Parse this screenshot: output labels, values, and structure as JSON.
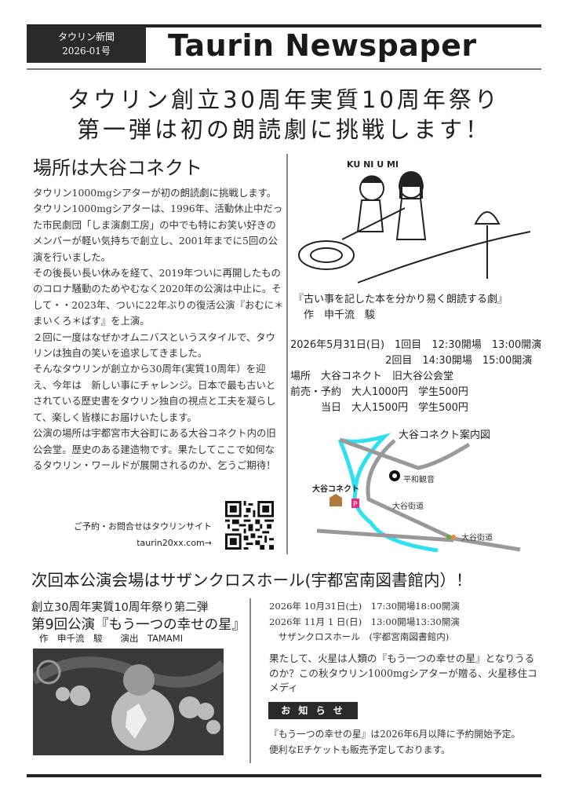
{
  "masthead": {
    "paper_name_ja": "タウリン新聞",
    "issue": "2026-01号",
    "title": "Taurin Newspaper"
  },
  "headline": {
    "line1": "タウリン創立30周年実質10周年祭り",
    "line2": "第一弾は初の朗読劇に挑戦します！"
  },
  "article1": {
    "heading": "場所は大谷コネクト",
    "paragraphs": [
      "タウリン1000mgシアターが初の朗読劇に挑戦します。",
      "タウリン1000mgシアターは、1996年、活動休止中だった市民劇団「しま演劇工房」の中でも特にお笑い好きのメンバーが軽い気持ちで創立し、2001年までに5回の公演を行いました。",
      "その後長い長い休みを経て、2019年ついに再開したもののコロナ騒動のためやむなく2020年の公演は中止に。そして・・2023年、ついに22年ぶりの復活公演『おむに＊まいくろ＊ばす』を上演。",
      "２回に一度はなぜかオムニバスというスタイルで、タウリンは独自の笑いを追求してきました。",
      "そんなタウリンが創立から30周年(実質10周年）を迎え、今年は　新しい事にチャレンジ。日本で最も古いとされている歴史書をタウリン独自の視点と工夫を凝らして、楽しく皆様にお届けいたします。",
      "公演の場所は宇都宮市大谷町にある大谷コネクト内の旧公会堂。歴史のある建造物です。果たしてここで如何なるタウリン・ワールドが展開されるのか、乞うご期待！"
    ],
    "contact_line1": "ご予約・お問合せはタウリンサイト",
    "contact_line2": "taurin20xx.com→",
    "illustration_title": "KU NI U MI",
    "caption": "『古い事を記した本を分かり易く朗読する劇』",
    "author": "　作　申千流　駿",
    "details": [
      "2026年5月31日(日)　1回目　12:30開場　13:00開演",
      "　　　　　　　　　 2回目　14:30開場　15:00開演",
      "場所　大谷コネクト　旧大谷公会堂",
      "前売・予約　大人1000円　学生500円",
      "　　　当日　大人1500円　学生500円"
    ],
    "map": {
      "title": "大谷コネクト案内図",
      "landmark": "平和観音",
      "venue": "大谷コネクト",
      "road1": "大谷街道",
      "road2": "大谷街道",
      "parking": "P"
    }
  },
  "article2": {
    "heading": "次回本公演会場はサザンクロスホール(宇都宮南図書館内）！",
    "subtitle": "創立30周年実質10周年祭り第二弾",
    "title": "第9回公演『もう一つの幸せの星』",
    "credits": "作　申千流　駿　　演出　TAMAMI",
    "schedule": [
      "2026年 10月31日(土)　17:30開場18:00開演",
      "2026年 11月 1 日(日)　13:00開場13:30開演",
      "　サザンクロスホール　(宇都宮南図書館内)"
    ],
    "description": "果たして、火星は人類の『もう一つの幸せの星』となりうるのか？この秋タウリン1000mgシアターが贈る、火星移住コメディ",
    "notice_label": "お 知 ら せ",
    "notice": [
      "『もう一つの幸せの星』は2026年6月以降に予約開始予定。",
      "便利なEチケットも販売予定しております。"
    ]
  },
  "colors": {
    "dark": "#2a2a2a",
    "river": "#2ee0f0",
    "road": "#999999",
    "parking": "#e8307a"
  }
}
